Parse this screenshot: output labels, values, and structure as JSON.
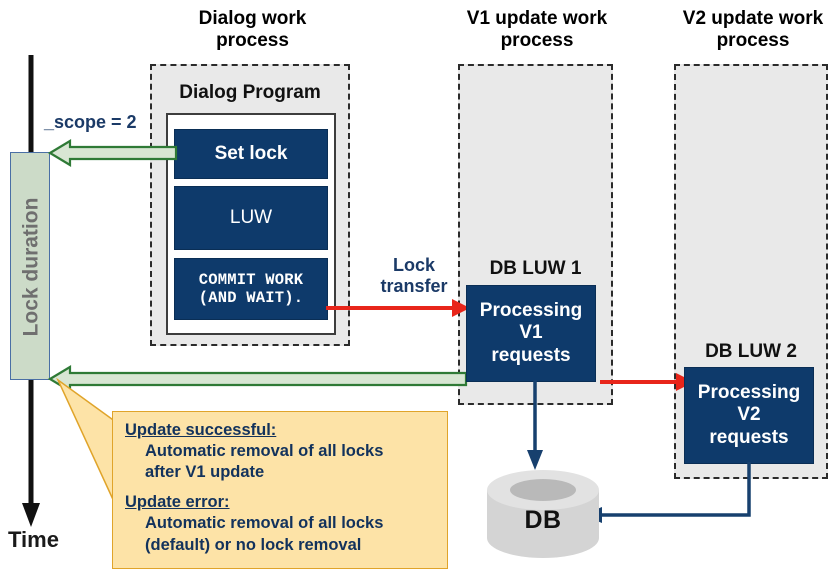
{
  "columns": {
    "dialog": "Dialog work\nprocess",
    "v1": "V1 update work\nprocess",
    "v2": "V2 update work\nprocess"
  },
  "dialog_program": {
    "title": "Dialog Program",
    "steps": [
      {
        "label": "Set lock",
        "style": "bold"
      },
      {
        "label": "LUW",
        "style": "regular"
      },
      {
        "label": "COMMIT WORK\n(AND WAIT).",
        "style": "mono"
      }
    ]
  },
  "lock": {
    "bar_label": "Lock duration",
    "scope_label": "_scope = 2",
    "transfer_label": "Lock\ntransfer"
  },
  "v1": {
    "luw_title": "DB LUW 1",
    "box_label": "Processing\nV1\nrequests"
  },
  "v2": {
    "luw_title": "DB LUW 2",
    "box_label": "Processing\nV2\nrequests"
  },
  "database": {
    "label": "DB"
  },
  "axis": {
    "time_label": "Time"
  },
  "callout": {
    "success_heading": "Update successful:",
    "success_line1": "Automatic removal of all locks",
    "success_line2": "after V1 update",
    "error_heading": "Update error:",
    "error_line1": "Automatic removal of all locks",
    "error_line2": "(default) or no lock removal"
  },
  "colors": {
    "navy": "#0e3a6b",
    "lock_green": "#ccdbc8",
    "arrow_green": "#2f7a36",
    "arrow_red": "#e8251a",
    "arrow_navy": "#17406e",
    "callout_fill": "#fde3a7",
    "callout_border": "#e0a42a",
    "proc_fill": "#e9e9e9",
    "db_fill": "#d5d5d5"
  }
}
